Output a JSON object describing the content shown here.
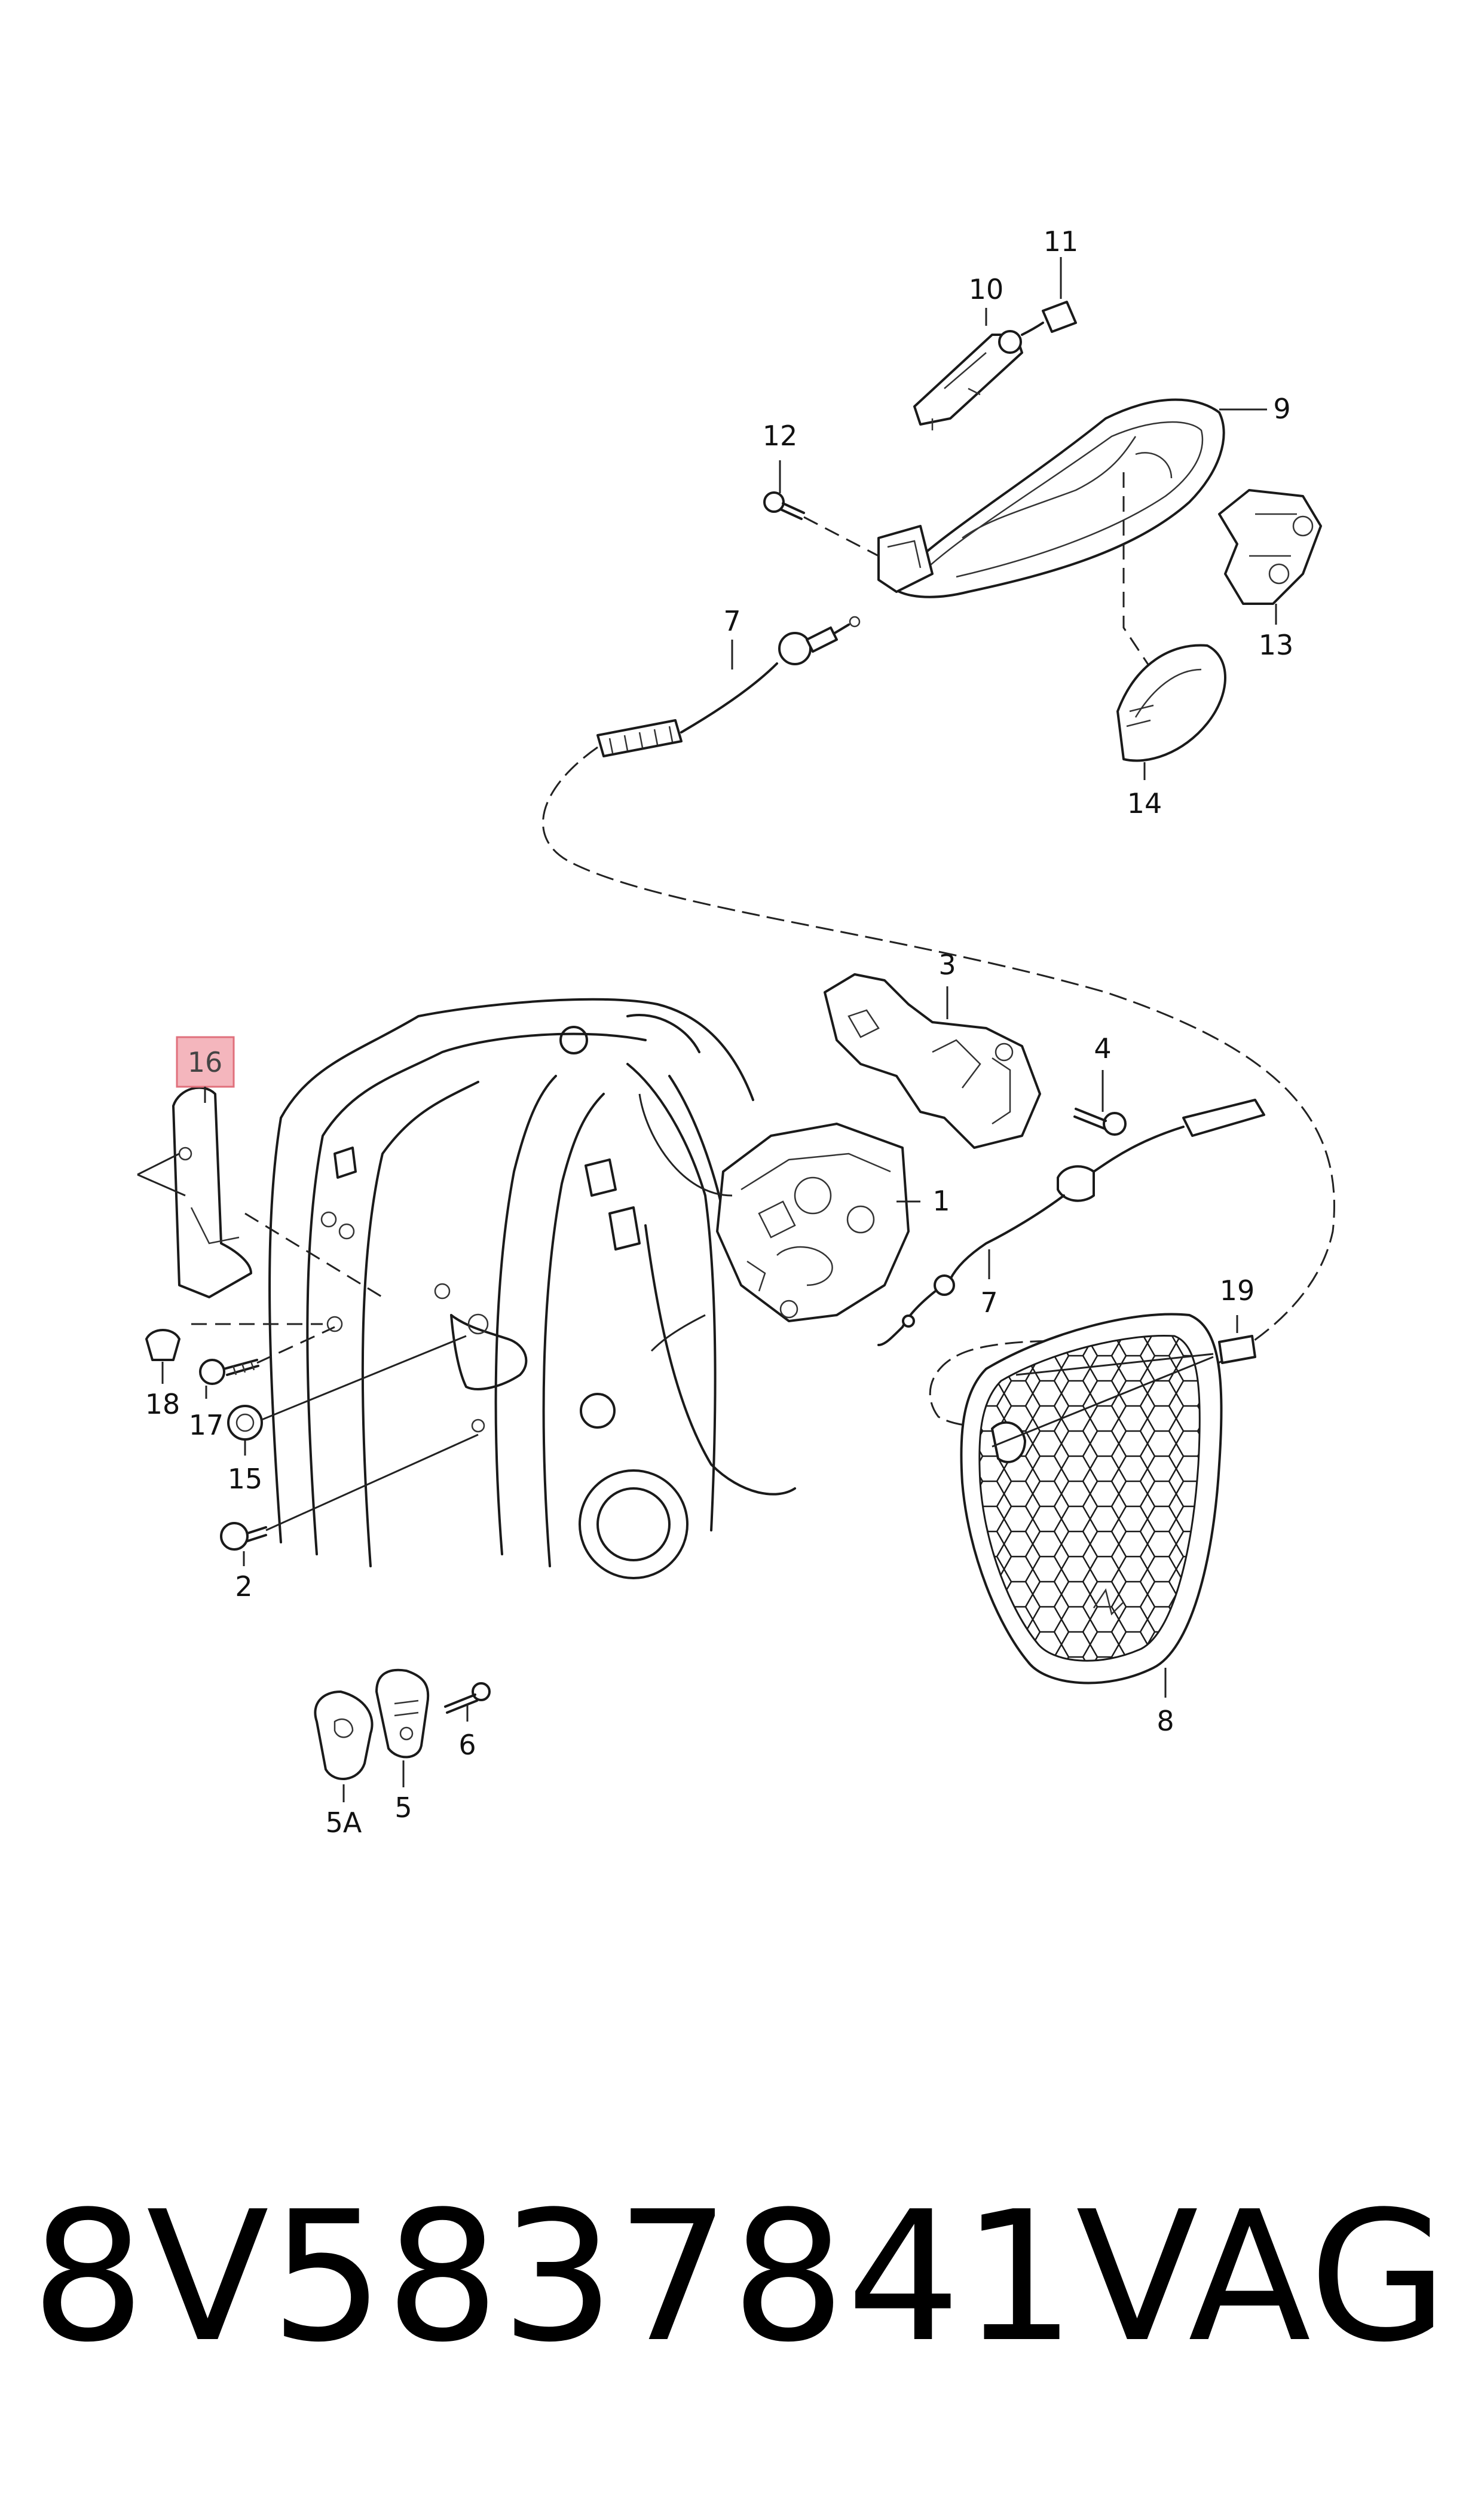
{
  "diagram": {
    "callouts": {
      "c1": "1",
      "c2": "2",
      "c3": "3",
      "c4": "4",
      "c5": "5",
      "c5a": "5A",
      "c6": "6",
      "c7a": "7",
      "c7b": "7",
      "c8": "8",
      "c9": "9",
      "c10": "10",
      "c11": "11",
      "c12": "12",
      "c13": "13",
      "c14": "14",
      "c15": "15",
      "c16": "16",
      "c17": "17",
      "c18": "18",
      "c19": "19"
    },
    "highlight_color": "#f4b6bd"
  },
  "caption": {
    "part_number": "8V5837841",
    "brand": "VAG"
  }
}
